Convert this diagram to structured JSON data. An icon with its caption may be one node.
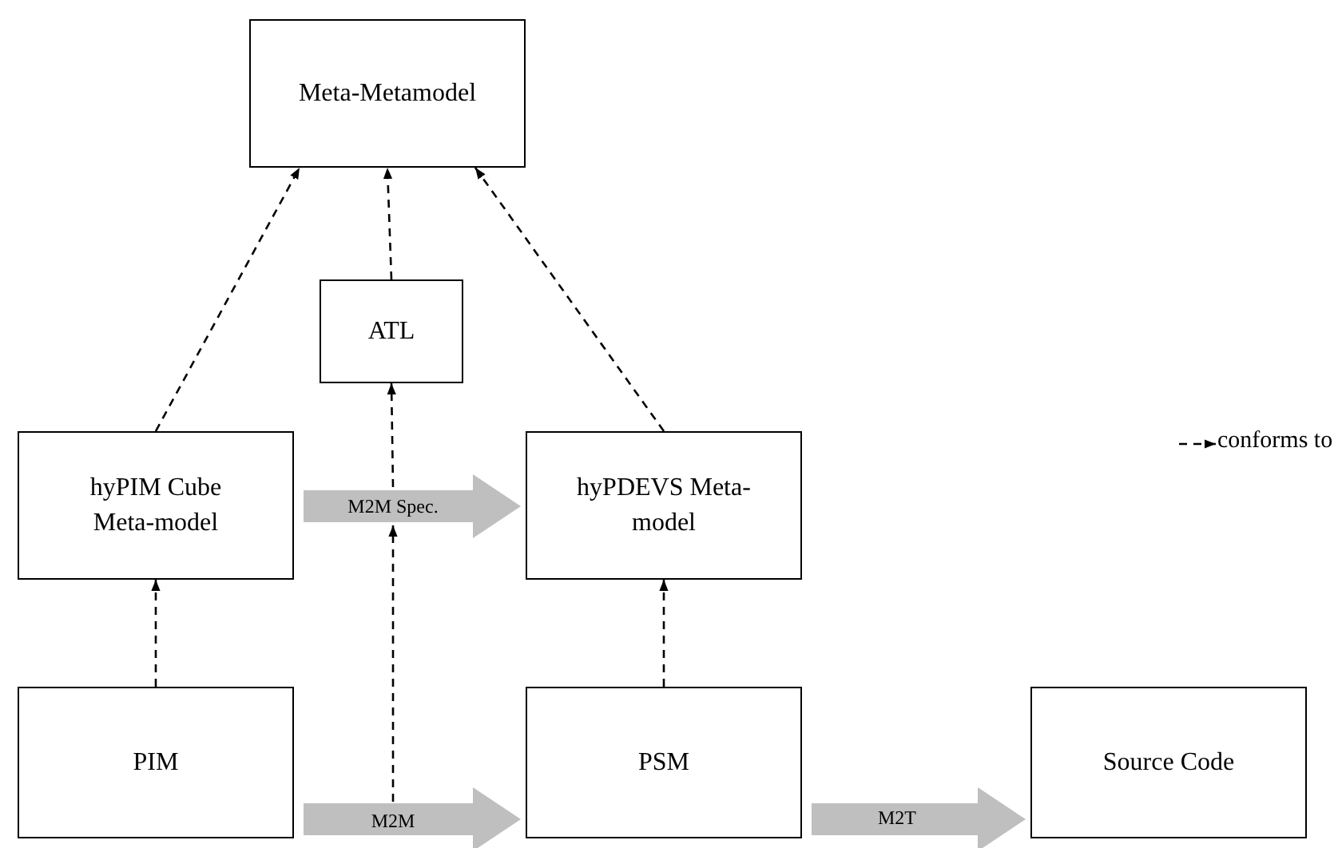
{
  "diagram": {
    "nodes": [
      {
        "text": [
          "Meta-Metamodel"
        ]
      },
      {
        "text": [
          "ATL"
        ]
      },
      {
        "text": [
          "hyPIM Cube Meta-model"
        ]
      },
      {
        "text": [
          "hyPDEVS Meta-model"
        ]
      },
      {
        "text": [
          "PIM"
        ]
      },
      {
        "text": [
          "PSM"
        ]
      },
      {
        "text": [
          "Source Code"
        ]
      },
      {
        "text": [
          "M2M Spec."
        ]
      },
      {
        "text": [
          "M2M"
        ]
      }
    ],
    "edges": [
      {
        "from": 2,
        "to": 0,
        "arrow": "to",
        "style": "dashed"
      },
      {
        "from": 1,
        "to": 0,
        "arrow": "to",
        "style": "dashed"
      },
      {
        "from": 3,
        "to": 0,
        "arrow": "to",
        "style": "dashed"
      },
      {
        "from": 4,
        "to": 2,
        "arrow": "to",
        "style": "dashed"
      },
      {
        "from": 5,
        "to": 3,
        "arrow": "to",
        "style": "dashed"
      },
      {
        "from": 8,
        "to": 7,
        "arrow": "to",
        "style": "dashed"
      },
      {
        "from": 7,
        "to": 1,
        "arrow": "to",
        "style": "dashed"
      },
      {
        "from": 2,
        "to": 3,
        "arrow": "to",
        "style": "thick",
        "color": "#bfbfbf"
      },
      {
        "from": 4,
        "to": 5,
        "arrow": "to",
        "style": "thick",
        "color": "#bfbfbf"
      },
      {
        "from": 5,
        "to": 6,
        "label": "M2T",
        "arrow": "to",
        "style": "thick",
        "color": "#bfbfbf"
      }
    ],
    "legend": [
      {
        "text": "conforms to"
      }
    ]
  }
}
